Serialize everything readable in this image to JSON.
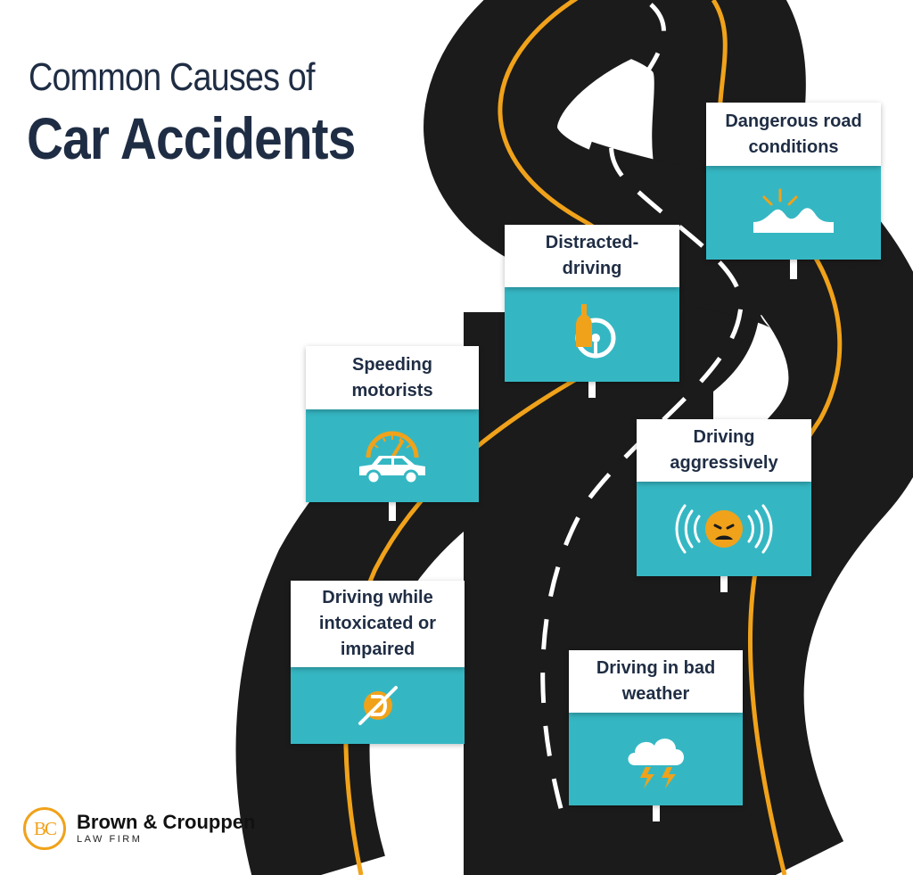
{
  "title": {
    "line1": "Common Causes of",
    "line2": "Car Accidents"
  },
  "colors": {
    "navy": "#1f2d44",
    "teal": "#35b7c3",
    "orange": "#f0a21a",
    "road": "#1b1b1b"
  },
  "signs": [
    {
      "key": "dangerous-road-conditions",
      "label": "Dangerous road conditions",
      "icon": "road-hazard-icon"
    },
    {
      "key": "distracted-driving",
      "label": "Distracted-driving",
      "icon": "bottle-steering-wheel-icon"
    },
    {
      "key": "speeding-motorists",
      "label": "Speeding motorists",
      "icon": "speedometer-car-icon"
    },
    {
      "key": "driving-aggressively",
      "label": "Driving aggressively",
      "icon": "angry-face-icon"
    },
    {
      "key": "driving-intoxicated",
      "label": "Driving while intoxicated or impaired",
      "icon": "no-drugs-icon"
    },
    {
      "key": "driving-bad-weather",
      "label": "Driving in bad weather",
      "icon": "storm-cloud-icon"
    }
  ],
  "logo": {
    "monogram": "BC",
    "name": "Brown & Crouppen",
    "subtitle": "LAW FIRM"
  }
}
